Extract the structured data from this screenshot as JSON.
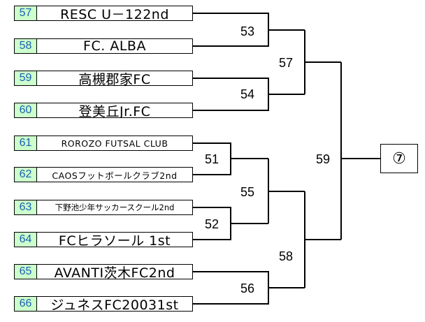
{
  "teams": [
    {
      "seed": "57",
      "name": "RESC U－122nd"
    },
    {
      "seed": "58",
      "name": "FC. ALBA"
    },
    {
      "seed": "59",
      "name": "高槻郡家FC"
    },
    {
      "seed": "60",
      "name": "登美丘Jr.FC"
    },
    {
      "seed": "61",
      "name": "ROROZO FUTSAL CLUB"
    },
    {
      "seed": "62",
      "name": "CAOSフットボールクラブ2nd"
    },
    {
      "seed": "63",
      "name": "下野池少年サッカースクール2nd"
    },
    {
      "seed": "64",
      "name": "FCヒラソール 1st"
    },
    {
      "seed": "65",
      "name": "AVANTI茨木FC2nd"
    },
    {
      "seed": "66",
      "name": "ジュネスFC20031st"
    }
  ],
  "matches": {
    "m53": "53",
    "m54": "54",
    "m51": "51",
    "m52": "52",
    "m56": "56",
    "m57": "57",
    "m55": "55",
    "m58": "58",
    "m59": "59"
  },
  "final_label": "⑦"
}
